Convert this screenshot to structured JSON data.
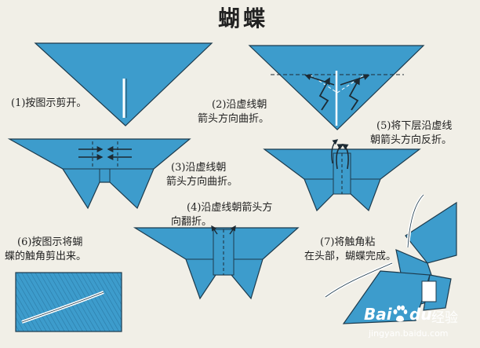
{
  "title": "蝴蝶",
  "steps": {
    "s1": "(1)按图示剪开。",
    "s2_l1": "(2)沿虚线朝",
    "s2_l2": "箭头方向曲折。",
    "s3_l1": "(3)沿虚线朝",
    "s3_l2": "箭头方向曲折。",
    "s4_l1": "(4)沿虚线朝箭头方",
    "s4_l2": "向翻折。",
    "s5_l1": "(5)将下层沿虚线",
    "s5_l2": "朝箭头方向反折。",
    "s6_l1": "(6)按图示将蝴",
    "s6_l2": "蝶的触角剪出来。",
    "s7_l1": "(7)将触角粘",
    "s7_l2": "在头部，蝴蝶完成。"
  },
  "watermark": {
    "brand": "Bai",
    "brand2": "du",
    "cn": "经验",
    "url": "jingyan.baidu.com"
  },
  "colors": {
    "paper": "#3d9ccc",
    "stroke": "#1d3a4c",
    "background": "#f1efe7"
  }
}
